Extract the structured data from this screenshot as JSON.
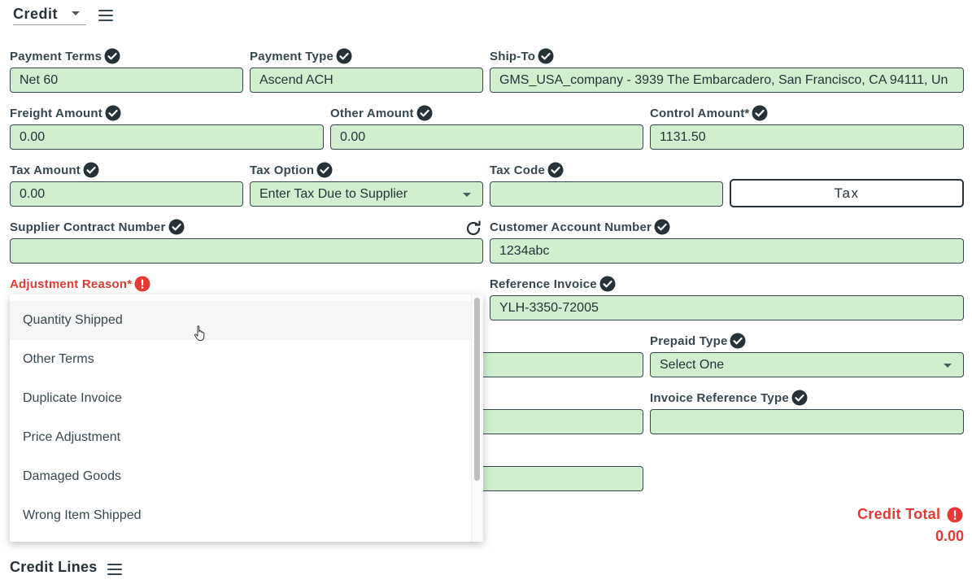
{
  "header": {
    "document_type": "Credit"
  },
  "fields": {
    "payment_terms": {
      "label": "Payment Terms",
      "value": "Net 60"
    },
    "payment_type": {
      "label": "Payment Type",
      "value": "Ascend ACH"
    },
    "ship_to": {
      "label": "Ship-To",
      "value": "GMS_USA_company - 3939 The Embarcadero, San Francisco, CA 94111, Un"
    },
    "freight_amount": {
      "label": "Freight Amount",
      "value": "0.00"
    },
    "other_amount": {
      "label": "Other Amount",
      "value": "0.00"
    },
    "control_amount": {
      "label": "Control Amount*",
      "value": "1131.50"
    },
    "tax_amount": {
      "label": "Tax Amount",
      "value": "0.00"
    },
    "tax_option": {
      "label": "Tax Option",
      "value": "Enter Tax Due to Supplier"
    },
    "tax_code": {
      "label": "Tax Code",
      "value": ""
    },
    "tax_button": {
      "label": "Tax"
    },
    "supplier_contract_number": {
      "label": "Supplier Contract Number",
      "value": ""
    },
    "customer_account_number": {
      "label": "Customer Account Number",
      "value": "1234abc"
    },
    "adjustment_reason": {
      "label": "Adjustment Reason*"
    },
    "reference_invoice": {
      "label": "Reference Invoice",
      "value": "YLH-3350-72005"
    },
    "prepaid_type": {
      "label": "Prepaid Type",
      "value": "Select One"
    },
    "invoice_reference_type": {
      "label": "Invoice Reference Type",
      "value": ""
    }
  },
  "adjustment_reason_options": [
    "Quantity Shipped",
    "Other Terms",
    "Duplicate Invoice",
    "Price Adjustment",
    "Damaged Goods",
    "Wrong Item Shipped"
  ],
  "credit_total": {
    "label": "Credit Total",
    "value": "0.00"
  },
  "credit_lines": {
    "title": "Credit Lines"
  },
  "colors": {
    "field_bg": "#d1efcf",
    "field_border": "#37474f",
    "error": "#e53935",
    "label": "#37474f"
  },
  "icons": {
    "valid": "check-circle-icon",
    "error": "error-circle-icon",
    "menu": "hamburger-menu-icon",
    "refresh": "refresh-icon",
    "cursor": "hand-pointer-icon"
  }
}
